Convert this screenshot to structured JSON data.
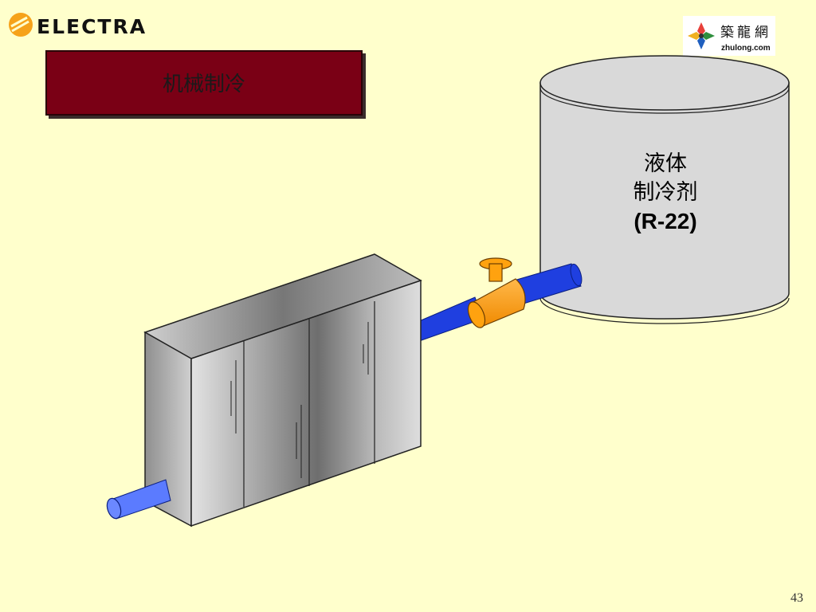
{
  "logo": {
    "brand": "ELECTRA"
  },
  "watermark": {
    "chars": [
      "築",
      "龍",
      "網"
    ],
    "site": "zhulong.com"
  },
  "slide": {
    "title": "机械制冷",
    "page_number": "43"
  },
  "tank": {
    "line1": "液体",
    "line2": "制冷剂",
    "line3": "(R-22)"
  },
  "colors": {
    "background": "#ffffcc",
    "title_box": "#7a0015",
    "pipe": "#1f3fe0",
    "pipe_inlet": "#5b7bff",
    "valve": "#ffa20f",
    "tank": "#d9d9d9"
  },
  "icons": [
    "electra-logo-icon",
    "zhulong-logo-icon",
    "valve-icon",
    "evaporator-icon",
    "tank-icon"
  ]
}
